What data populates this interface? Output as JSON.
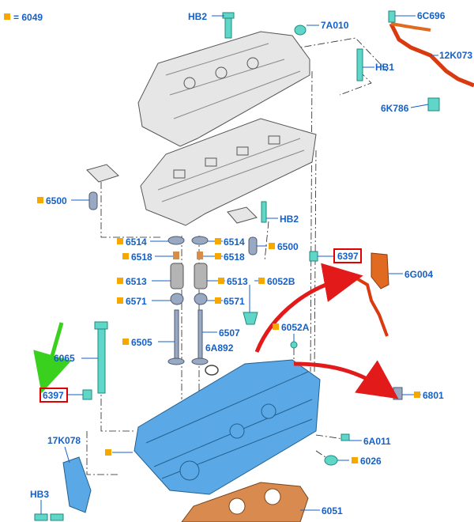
{
  "legend": {
    "marker_color": "#f5a800",
    "text": "= 6049"
  },
  "callouts": {
    "hb2_top": "HB2",
    "p7a010": "7A010",
    "p6c696": "6C696",
    "p12k073": "12K073",
    "hb1": "HB1",
    "p6k786": "6K786",
    "p6500_left": "6500",
    "hb2_mid": "HB2",
    "p6514_left": "6514",
    "p6514_right": "6514",
    "p6500_right": "6500",
    "p6518_left": "6518",
    "p6518_right": "6518",
    "p6397_top": "6397",
    "p6g004": "6G004",
    "p6513_left": "6513",
    "p6513_right": "6513",
    "p6052b": "6052B",
    "p6571_left": "6571",
    "p6571_right": "6571",
    "p6052a": "6052A",
    "p6505": "6505",
    "p6507": "6507",
    "p6a892": "6A892",
    "p6065": "6065",
    "p6397_left": "6397",
    "p6801": "6801",
    "p17k078": "17K078",
    "p6a011": "6A011",
    "p6026": "6026",
    "hb3": "HB3",
    "p6051": "6051"
  },
  "colors": {
    "callout_text": "#1560c8",
    "highlight_box": "#e00000",
    "arrow_red": "#e21a1a",
    "arrow_green": "#39d11d",
    "head_blue": "#5aa8e6",
    "fastener_cyan": "#5fd6c8",
    "gasket_orange": "#d98a4e"
  }
}
